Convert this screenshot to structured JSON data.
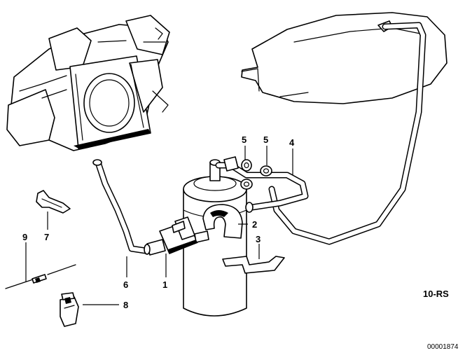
{
  "callouts": [
    {
      "id": "1",
      "label": "1"
    },
    {
      "id": "2",
      "label": "2"
    },
    {
      "id": "3",
      "label": "3"
    },
    {
      "id": "4",
      "label": "4"
    },
    {
      "id": "5a",
      "label": "5"
    },
    {
      "id": "5b",
      "label": "5"
    },
    {
      "id": "6",
      "label": "6"
    },
    {
      "id": "7",
      "label": "7"
    },
    {
      "id": "8",
      "label": "8"
    },
    {
      "id": "9",
      "label": "9"
    }
  ],
  "reference_code": "10-RS",
  "document_number": "00001874"
}
